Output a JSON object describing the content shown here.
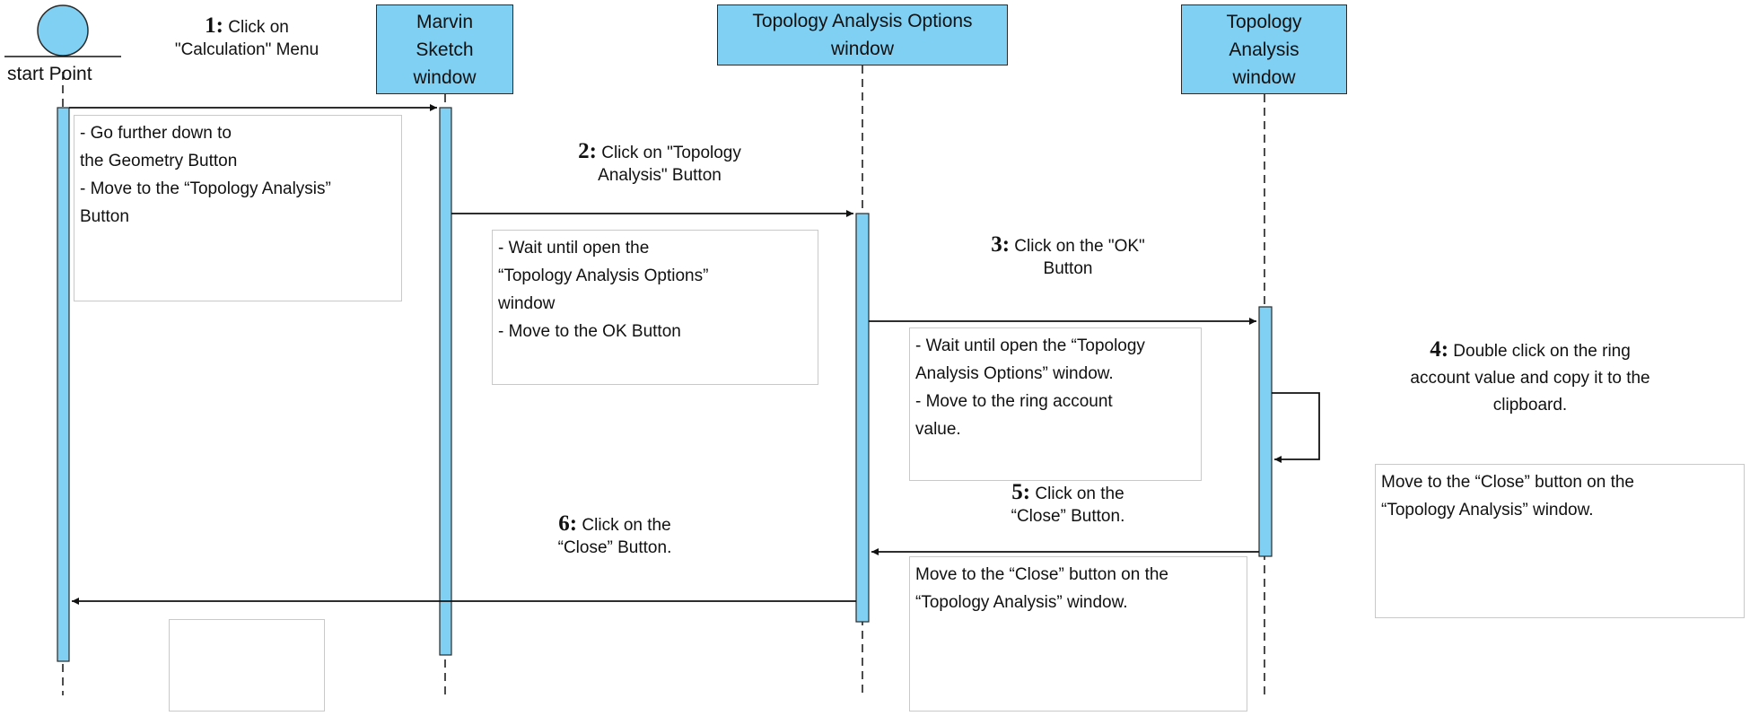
{
  "actor": {
    "label": "start Point"
  },
  "lifelines": [
    {
      "id": "marvin",
      "title": "Marvin\nSketch\nwindow"
    },
    {
      "id": "options",
      "title": "Topology Analysis Options\nwindow"
    },
    {
      "id": "analysis",
      "title": "Topology\nAnalysis\nwindow"
    }
  ],
  "messages": [
    {
      "num": "1:",
      "text": "Click on",
      "text2": "\"Calculation\" Menu"
    },
    {
      "num": "2:",
      "text": "Click on \"Topology",
      "text2": "Analysis\" Button"
    },
    {
      "num": "3:",
      "text": "Click on the \"OK\"",
      "text2": "Button"
    },
    {
      "num": "4:",
      "text": "Double click on the ring",
      "text2": "account value and copy it to the",
      "text3": "clipboard."
    },
    {
      "num": "5:",
      "text": "Click on the",
      "text2": "“Close” Button."
    },
    {
      "num": "6:",
      "text": "Click on the",
      "text2": "“Close” Button."
    }
  ],
  "notes": [
    "- Go further down to\nthe Geometry Button\n- Move to the “Topology Analysis”\nButton",
    "- Wait until open the\n  “Topology Analysis Options”\nwindow\n- Move to the OK Button",
    "- Wait until open the “Topology\nAnalysis Options” window.\n- Move to the ring account\nvalue.",
    "Move to the “Close” button on the\n“Topology Analysis” window.",
    "Move to the “Close” button on the\n“Topology Analysis” window."
  ],
  "colors": {
    "activation": "#7fd0f3",
    "header": "#7fd0f3",
    "line": "#111111"
  }
}
